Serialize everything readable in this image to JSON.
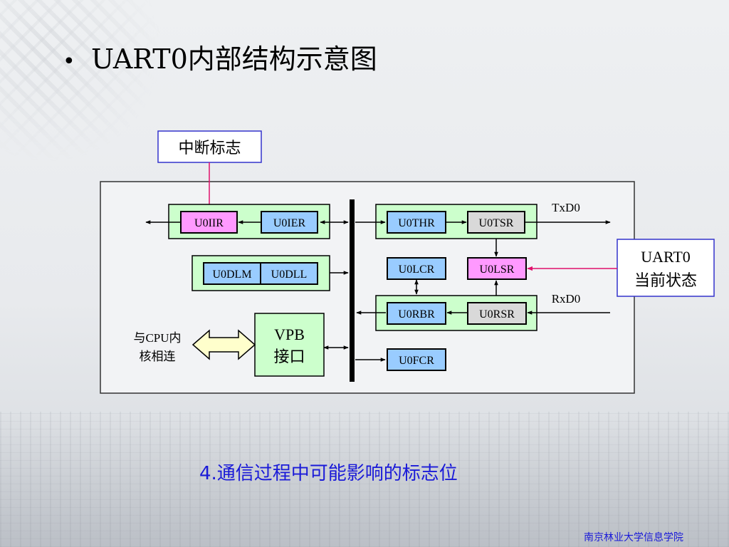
{
  "slide": {
    "bullet": "•",
    "title": "UART0内部结构示意图",
    "caption": "4.通信过程中可能影响的标志位",
    "footer": "南京林业大学信息学院"
  },
  "diagram": {
    "interrupt_flag_label": "中断标志",
    "state_label_line1": "UART0",
    "state_label_line2": "当前状态",
    "cpu_label_line1": "与CPU内",
    "cpu_label_line2": "核相连",
    "vpb_line1": "VPB",
    "vpb_line2": "接口",
    "txd_label": "TxD0",
    "rxd_label": "RxD0",
    "registers": {
      "u0iir": "U0IIR",
      "u0ier": "U0IER",
      "u0dlm": "U0DLM",
      "u0dll": "U0DLL",
      "u0thr": "U0THR",
      "u0tsr": "U0TSR",
      "u0lcr": "U0LCR",
      "u0lsr": "U0LSR",
      "u0rbr": "U0RBR",
      "u0rsr": "U0RSR",
      "u0fcr": "U0FCR"
    },
    "colors": {
      "group_fill": "#ccffcc",
      "register_blue": "#99ccff",
      "register_pink": "#ff99ff",
      "register_gray": "#d9d9d9",
      "callout_border": "#3333cc",
      "callout_arrow": "#e0106b",
      "caption_text": "#1a1ad8"
    }
  }
}
